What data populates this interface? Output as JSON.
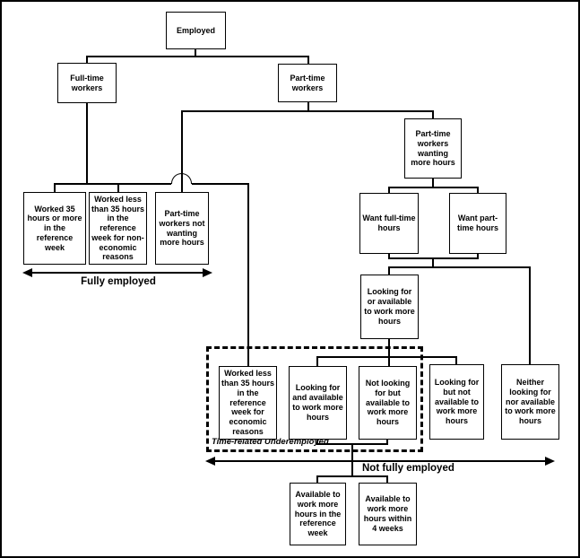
{
  "diagram": {
    "type": "flowchart",
    "colors": {
      "line": "#000000",
      "background": "#ffffff"
    },
    "nodes": {
      "employed": "Employed",
      "full_time_workers": "Full-time workers",
      "part_time_workers": "Part-time workers",
      "worked_35_or_more": "Worked 35 hours or more in the reference week",
      "worked_less_non_economic": "Worked less than 35 hours in the reference week for non-economic reasons",
      "pt_not_wanting_more": "Part-time workers not wanting more hours",
      "pt_wanting_more": "Part-time workers wanting more hours",
      "want_full_time": "Want full-time hours",
      "want_part_time": "Want part-time hours",
      "looking_or_available": "Looking for or available to work more hours",
      "worked_less_economic": "Worked less than 35 hours in the reference week for economic reasons",
      "looking_and_available": "Looking for and available to work more hours",
      "not_looking_but_available": "Not looking for but available to work more hours",
      "looking_but_not_available": "Looking for but not available to work more hours",
      "neither_looking_nor_available": "Neither looking for nor available to work more hours",
      "available_reference_week": "Available to work more hours in the reference week",
      "available_4_weeks": "Available to work more hours within 4 weeks"
    },
    "annotations": {
      "fully_employed": "Fully employed",
      "not_fully_employed": "Not fully employed",
      "time_related_underemployed": "Time-related Underemployed"
    }
  }
}
